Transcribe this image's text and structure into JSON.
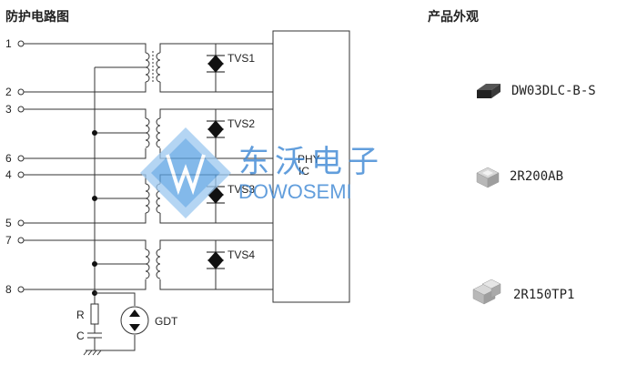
{
  "left_title": "防护电路图",
  "right_title": "产品外观",
  "pins": [
    "1",
    "2",
    "3",
    "6",
    "4",
    "5",
    "7",
    "8"
  ],
  "tvs_labels": [
    "TVS1",
    "TVS2",
    "TVS3",
    "TVS4"
  ],
  "phy_label_line1": "PHY",
  "phy_label_line2": "IC",
  "r_label": "R",
  "c_label": "C",
  "gdt_label": "GDT",
  "watermark": {
    "cn": "东沃电子",
    "en": "DOWOSEMI",
    "color": "#3b86d4"
  },
  "products": [
    "DW03DLC-B-S",
    "2R200AB",
    "2R150TP1"
  ]
}
